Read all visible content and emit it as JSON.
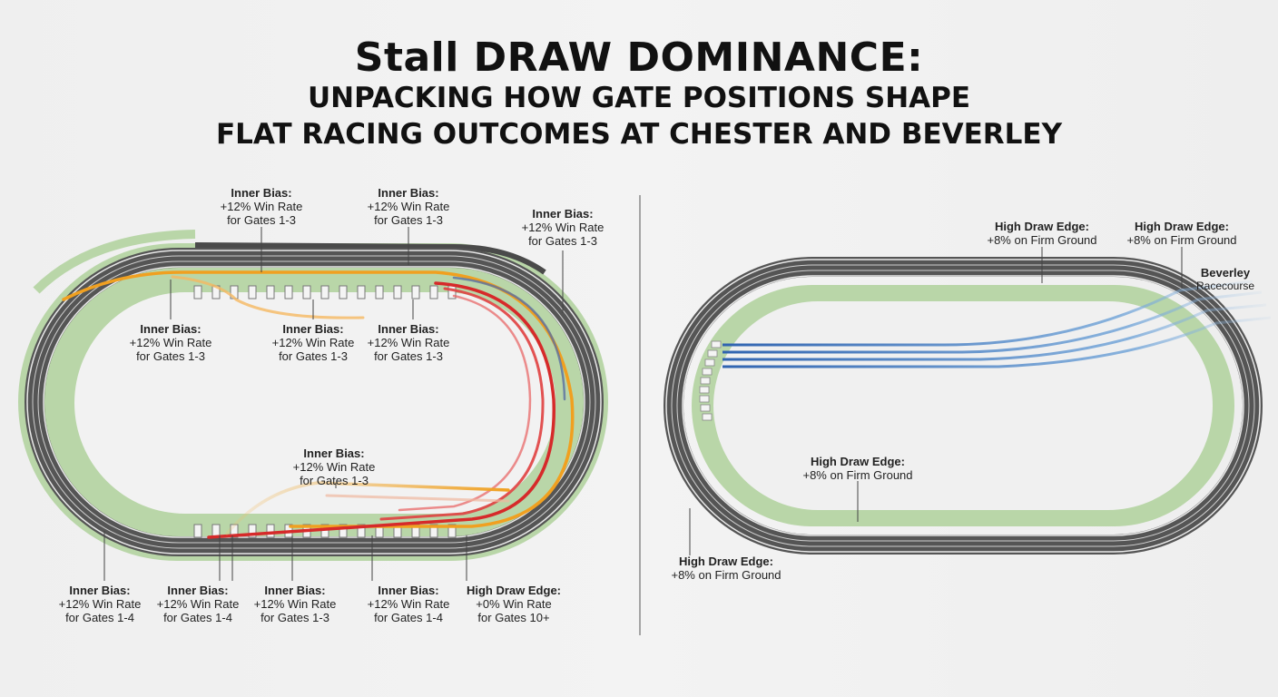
{
  "title": {
    "line1": "Stall DRAW DOMINANCE:",
    "line2": "UNPACKING HOW GATE POSITIONS SHAPE",
    "line3": "FLAT RACING OUTCOMES AT CHESTER AND BEVERLEY"
  },
  "chester": {
    "labels_top": [
      {
        "h": "Inner Bias:",
        "l1": "+12% Win Rate",
        "l2": "for Gates 1-3"
      },
      {
        "h": "Inner Bias:",
        "l1": "+12% Win Rate",
        "l2": "for Gates 1-3"
      },
      {
        "h": "Inner Bias:",
        "l1": "+12% Win Rate",
        "l2": "for Gates 1-3"
      }
    ],
    "labels_mid": [
      {
        "h": "Inner Bias:",
        "l1": "+12% Win Rate",
        "l2": "for Gates 1-3"
      },
      {
        "h": "Inner Bias:",
        "l1": "+12% Win Rate",
        "l2": "for Gates 1-3"
      },
      {
        "h": "Inner Bias:",
        "l1": "+12% Win Rate",
        "l2": "for Gates 1-3"
      }
    ],
    "label_center": {
      "h": "Inner Bias:",
      "l1": "+12% Win Rate",
      "l2": "for Gates 1-3"
    },
    "labels_bottom": [
      {
        "h": "Inner Bias:",
        "l1": "+12% Win Rate",
        "l2": "for Gates 1-4"
      },
      {
        "h": "Inner Bias:",
        "l1": "+12% Win Rate",
        "l2": "for Gates 1-4"
      },
      {
        "h": "Inner Bias:",
        "l1": "+12% Win Rate",
        "l2": "for Gates 1-3"
      },
      {
        "h": "Inner Bias:",
        "l1": "+12% Win Rate",
        "l2": "for Gates 1-4"
      },
      {
        "h": "High Draw Edge:",
        "l1": "+0% Win Rate",
        "l2": "for Gates 10+"
      }
    ]
  },
  "beverley": {
    "name": "Beverley",
    "sub": "Racecourse",
    "labels_top": [
      {
        "h": "High Draw Edge:",
        "l1": "+8% on Firm Ground"
      },
      {
        "h": "High Draw Edge:",
        "l1": "+8% on Firm Ground"
      }
    ],
    "label_center": {
      "h": "High Draw Edge:",
      "l1": "+8% on Firm Ground"
    },
    "label_bottom": {
      "h": "High Draw Edge:",
      "l1": "+8% on Firm Ground"
    }
  },
  "colors": {
    "turf": "#b9d6a8",
    "track": "#4a4a4a",
    "red": "#d62a2a",
    "orange": "#f0a020",
    "blue": "#2f63b0",
    "green": "#3a9a3a"
  }
}
